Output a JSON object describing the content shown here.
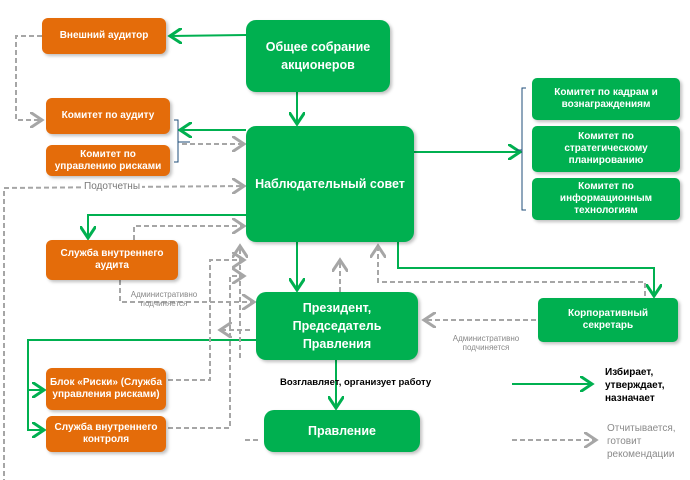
{
  "colors": {
    "green": "#00b050",
    "orange": "#e46c0a",
    "dashed": "#a6a6a6"
  },
  "nodes": {
    "external_auditor": "Внешний аудитор",
    "shareholders": "Общее собрание акционеров",
    "audit_committee": "Комитет по аудиту",
    "risk_committee": "Комитет по управлению рисками",
    "board": "Наблюдательный совет",
    "hr_committee": "Комитет по кадрам и вознаграждениям",
    "strategy_committee": "Комитет по стратегическому планированию",
    "it_committee": "Комитет по информационным технологиям",
    "internal_audit": "Служба внутреннего аудита",
    "president": "Президент, Председатель Правления",
    "secretary": "Корпоративный секретарь",
    "risk_block": "Блок «Риски» (Служба управления рисками)",
    "internal_control": "Служба внутреннего контроля",
    "management": "Правление"
  },
  "labels": {
    "accountable": "Подотчетны",
    "admin_sub_1": "Административно подчиняется",
    "admin_sub_2": "Административно подчиняется",
    "leads": "Возглавляет, организует работу"
  },
  "legend": {
    "solid": "Избирает, утверждает, назначает",
    "dashed": "Отчитывается, готовит рекомендации"
  }
}
